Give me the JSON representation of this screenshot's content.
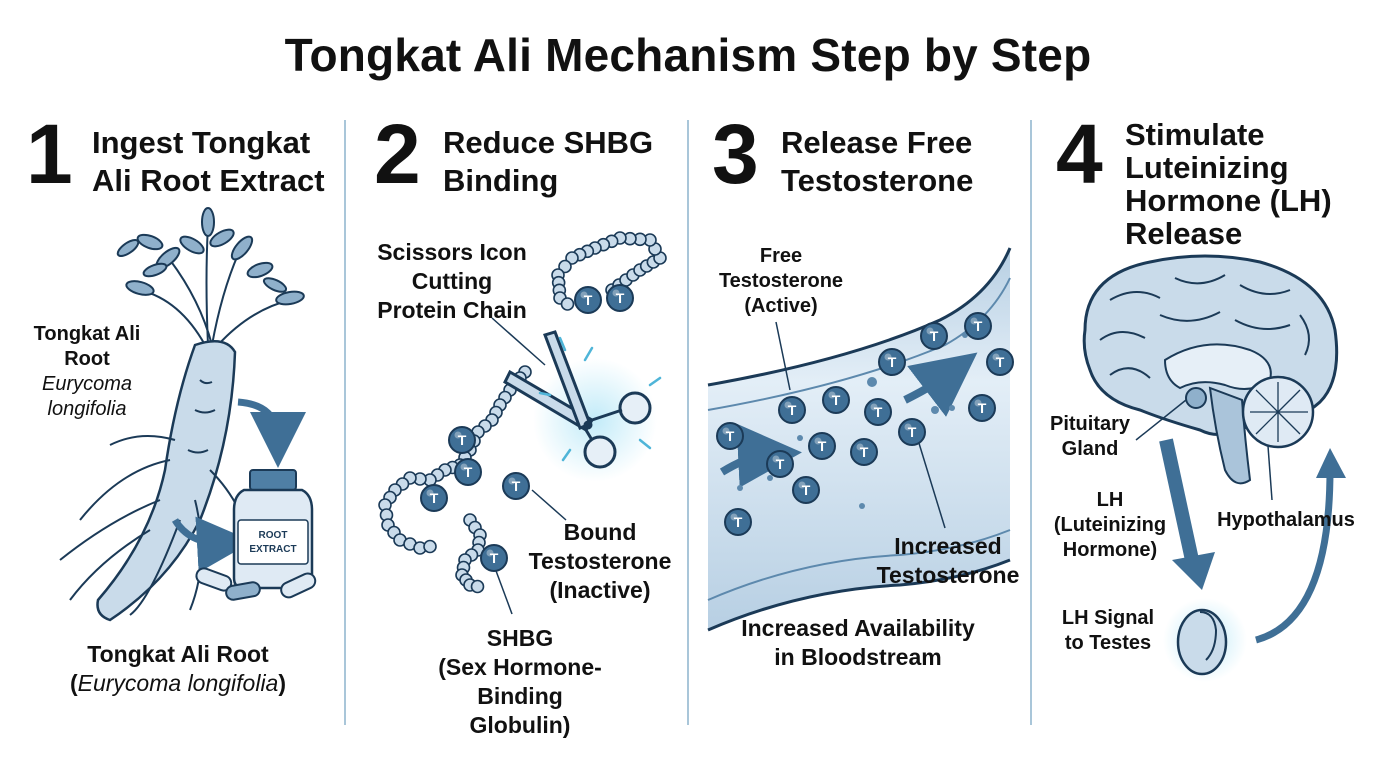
{
  "title": "Tongkat Ali Mechanism Step by Step",
  "colors": {
    "ink": "#1b3a57",
    "fill": "#c9dbea",
    "fill_light": "#e6eff7",
    "accent": "#3f6f96",
    "glow": "#7fd3ee",
    "divider": "#a9c6d9"
  },
  "steps": [
    {
      "number": "1",
      "title": [
        "Ingest Tongkat",
        "Ali Root Extract"
      ],
      "labels": {
        "root_name": [
          "Tongkat Ali",
          "Root"
        ],
        "root_latin": [
          "Eurycoma",
          "longifolia"
        ],
        "bottle_text": [
          "ROOT",
          "EXTRACT"
        ],
        "caption_name": "Tongkat Ali Root",
        "caption_latin": "Eurycoma longifolia"
      }
    },
    {
      "number": "2",
      "title": [
        "Reduce SHBG",
        "Binding"
      ],
      "labels": {
        "scissors": [
          "Scissors Icon",
          "Cutting",
          "Protein Chain"
        ],
        "bound": [
          "Bound",
          "Testosterone",
          "(Inactive)"
        ],
        "shbg": [
          "SHBG",
          "(Sex Hormone-Binding",
          "Globulin)"
        ]
      }
    },
    {
      "number": "3",
      "title": [
        "Release Free",
        "Testosterone"
      ],
      "labels": {
        "free": [
          "Free",
          "Testosterone",
          "(Active)"
        ],
        "increased": [
          "Increased",
          "Testosterone"
        ],
        "availability": [
          "Increased Availability",
          "in Bloodstream"
        ]
      }
    },
    {
      "number": "4",
      "title": [
        "Stimulate",
        "Luteinizing",
        "Hormone (LH)",
        "Release"
      ],
      "labels": {
        "pituitary": [
          "Pituitary",
          "Gland"
        ],
        "lh": [
          "LH",
          "(Luteinizing",
          "Hormone)"
        ],
        "hypothalamus": "Hypothalamus",
        "signal": [
          "LH Signal",
          "to Testes"
        ]
      }
    }
  ],
  "molecule_letter": "T"
}
